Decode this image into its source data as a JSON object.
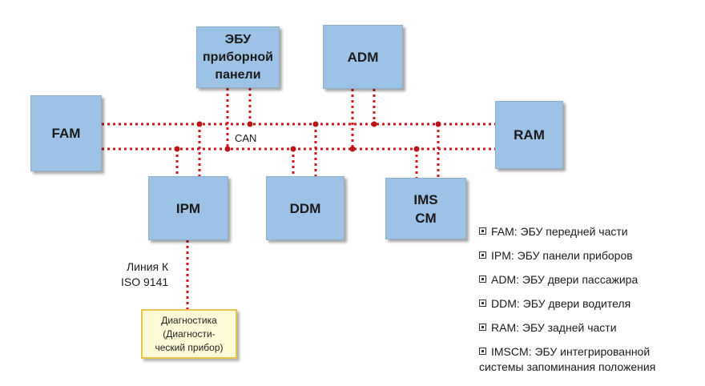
{
  "nodes": {
    "ebu_panel": [
      "ЭБУ",
      "приборной",
      "панели"
    ],
    "adm": "ADM",
    "fam": "FAM",
    "ram": "RAM",
    "ipm": "IPM",
    "ddm": "DDM",
    "imscm": [
      "IMS",
      "CM"
    ],
    "diagnostics": [
      "Диагностика",
      "(Диагности-",
      "ческий прибор)"
    ]
  },
  "labels": {
    "can": "CAN",
    "kline": [
      "Линия К",
      "ISO 9141"
    ]
  },
  "legend": [
    "FAM: ЭБУ передней части",
    "IPM: ЭБУ панели приборов",
    "ADM: ЭБУ двери пассажира",
    "DDM: ЭБУ двери водителя",
    "RAM: ЭБУ задней части",
    "IMSCM: ЭБУ интегрированной",
    "системы запоминания положения"
  ],
  "colors": {
    "box_fill": "#9cc3e6",
    "bus_line": "#d0161a",
    "diag_fill": "#fffbd6",
    "diag_border": "#e8c54a"
  }
}
